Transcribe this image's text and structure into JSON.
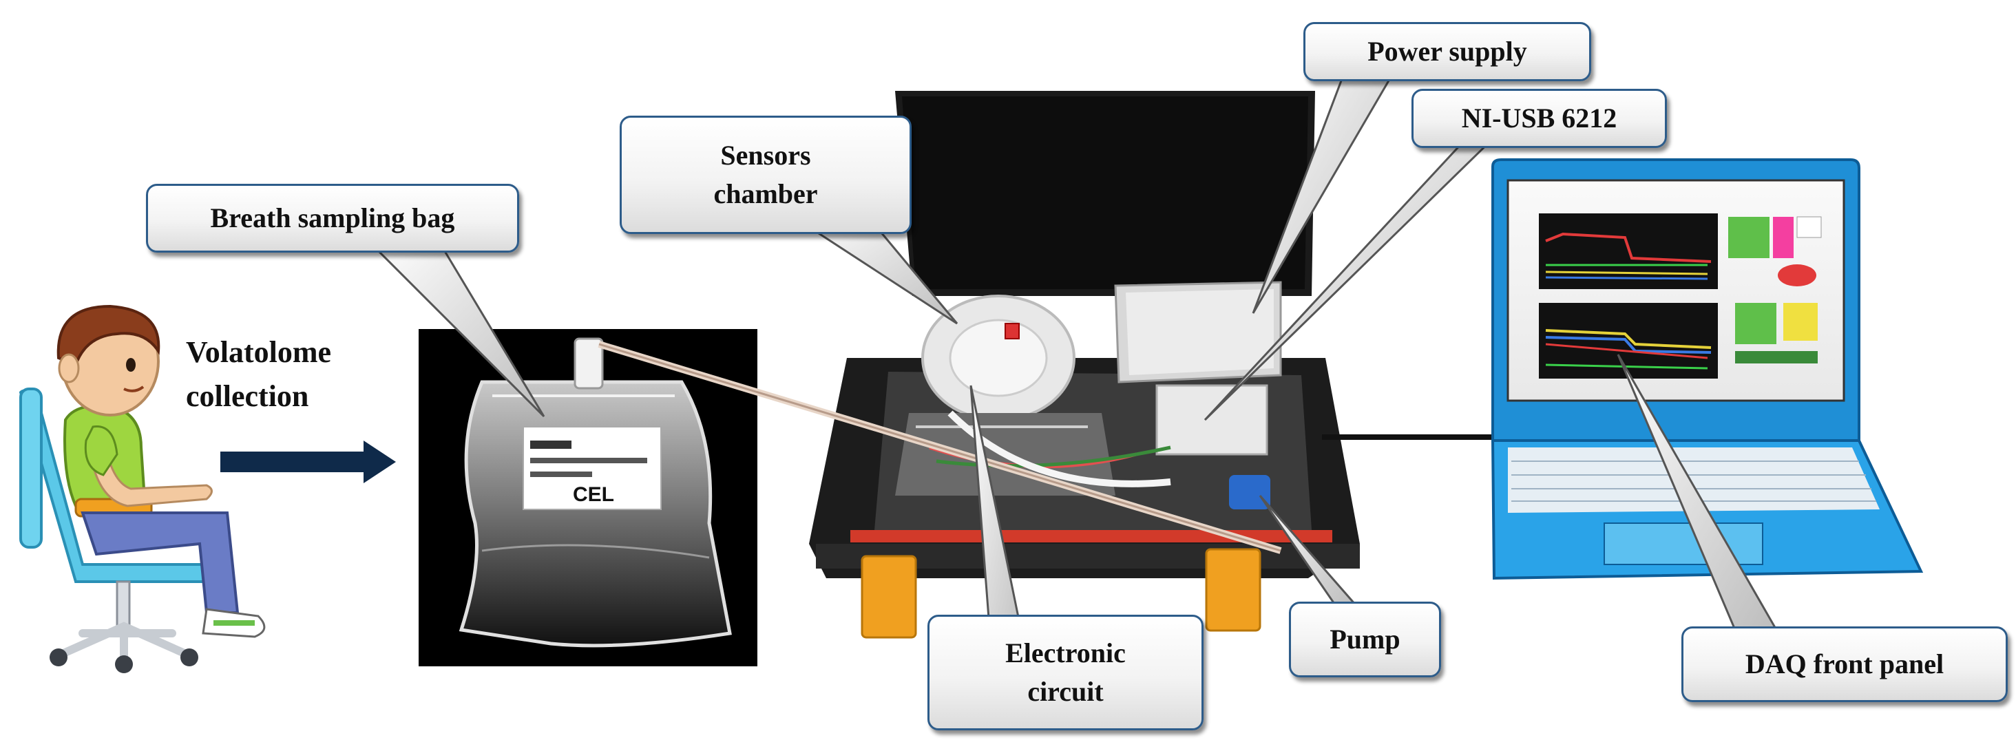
{
  "labels": {
    "volatolome": "Volatolome\ncollection",
    "breath_bag": "Breath sampling bag",
    "sensors_chamber": "Sensors\nchamber",
    "power_supply": "Power supply",
    "ni_usb": "NI-USB 6212",
    "electronic_circuit": "Electronic\ncircuit",
    "pump": "Pump",
    "daq_front_panel": "DAQ front panel"
  },
  "bag_print": "CEL",
  "colors": {
    "callout_border": "#2d5c8a",
    "laptop_blue": "#1f8fd6",
    "arrow": "#0f2a4a",
    "case_black": "#1a1a1a",
    "latch_orange": "#f0a020"
  }
}
